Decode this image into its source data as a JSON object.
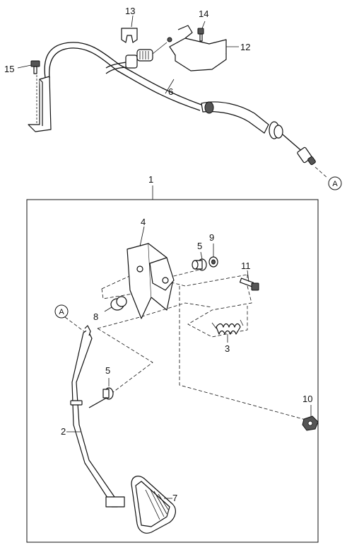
{
  "diagram": {
    "assembly_label": "1",
    "reference_letter": "A",
    "callouts": {
      "pedal_arm": "2",
      "spring": "3",
      "bracket": "4",
      "bushing_upper": "5",
      "bushing_lower": "5",
      "cable": "6",
      "pedal_pad": "7",
      "stopper": "8",
      "washer": "9",
      "nut": "10",
      "bolt_pedal": "11",
      "cable_bracket": "12",
      "clip": "13",
      "bolt_bracket": "14",
      "bolt_support": "15"
    }
  }
}
